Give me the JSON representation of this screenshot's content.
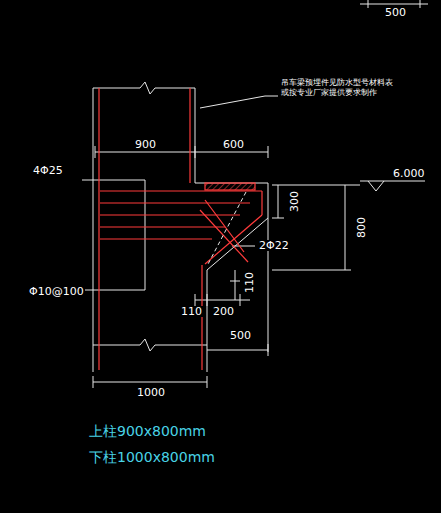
{
  "diagram": {
    "labels": [
      "500",
      "吊车梁预埋件见防水型号材料表 或按专业厂家提供要求制作",
      "900",
      "600",
      "4Φ25",
      "6.000",
      "300",
      "800",
      "2Φ22",
      "Φ10@100",
      "110",
      "200",
      "110",
      "500",
      "1000",
      "上柱900x800mm",
      "下柱1000x800mm"
    ]
  }
}
